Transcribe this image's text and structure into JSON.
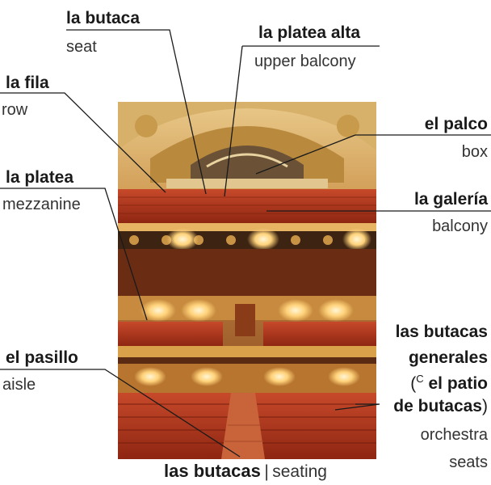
{
  "labels": {
    "butaca": {
      "es": "la butaca",
      "en": "seat"
    },
    "platea_alta": {
      "es": "la platea alta",
      "en": "upper balcony"
    },
    "fila": {
      "es": "la fila",
      "en": "row"
    },
    "palco": {
      "es": "el palco",
      "en": "box"
    },
    "platea": {
      "es": "la platea",
      "en": "mezzanine"
    },
    "galeria": {
      "es": "la galería",
      "en": "balcony"
    },
    "butacas_generales": {
      "es_line1": "las butacas",
      "es_line2": "generales",
      "alt_open": "(",
      "alt_symbol": "C",
      "alt_line1": "el patio",
      "alt_line2": "de butacas",
      "alt_close": ")",
      "en_line1": "orchestra",
      "en_line2": "seats"
    },
    "pasillo": {
      "es": "el pasillo",
      "en": "aisle"
    }
  },
  "caption": {
    "es": "las butacas",
    "separator": "|",
    "en": "seating"
  },
  "photo": {
    "subject": "theater-interior-photo",
    "palette": {
      "gold": "#d9a24a",
      "red": "#b53a22",
      "dark": "#5a2a12"
    }
  }
}
